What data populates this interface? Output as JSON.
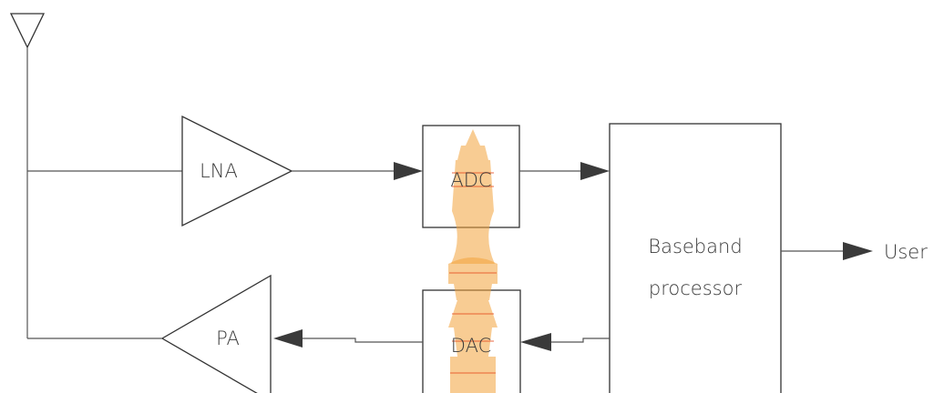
{
  "blocks": {
    "lna": "LNA",
    "pa": "PA",
    "adc": "ADC",
    "dac": "DAC",
    "baseband_line1": "Baseband",
    "baseband_line2": "processor"
  },
  "output": "User",
  "colors": {
    "stroke": "#333333",
    "arrow": "#3a3a3a",
    "text": "#3a3a3a",
    "watermark_fill": "#f2a23a",
    "watermark_outline": "#e64a1e"
  }
}
